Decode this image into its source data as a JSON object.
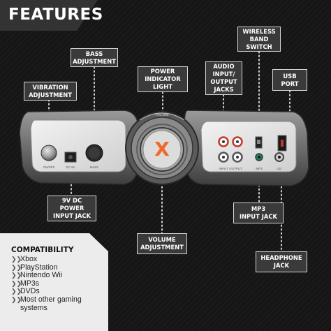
{
  "header": {
    "title": "FEATURES"
  },
  "labels": {
    "bass": "BASS\nADJUSTMENT",
    "vibration": "VIBRATION\nADJUSTMENT",
    "power_light": "POWER\nINDICATOR\nLIGHT",
    "audio_jacks": "AUDIO\nINPUT/\nOUTPUT\nJACKS",
    "wireless": "WIRELESS\nBAND\nSWITCH",
    "usb": "USB\nPORT",
    "power_jack": "9V DC\nPOWER\nINPUT JACK",
    "volume": "VOLUME\nADJUSTMENT",
    "mp3": "MP3\nINPUT JACK",
    "headphone": "HEADPHONE\nJACK"
  },
  "device": {
    "logo": "X",
    "panel_texts": {
      "on_off": "ON/OFF",
      "dc": "DC 9V",
      "bass": "BASS",
      "volume": "VOLUME",
      "input_output": "INPUT  OUTPUT",
      "mp3": "MP3",
      "ce": "CE"
    }
  },
  "compatibility": {
    "title": "COMPATIBILITY",
    "items": [
      "Xbox",
      "PlayStation",
      "Nintendo Wii",
      "MP3s",
      "DVDs",
      "Most other gaming",
      "systems"
    ]
  },
  "colors": {
    "accent": "#ef6a2a",
    "label_bg": "#3a3a3a",
    "panel": "#ececec"
  }
}
